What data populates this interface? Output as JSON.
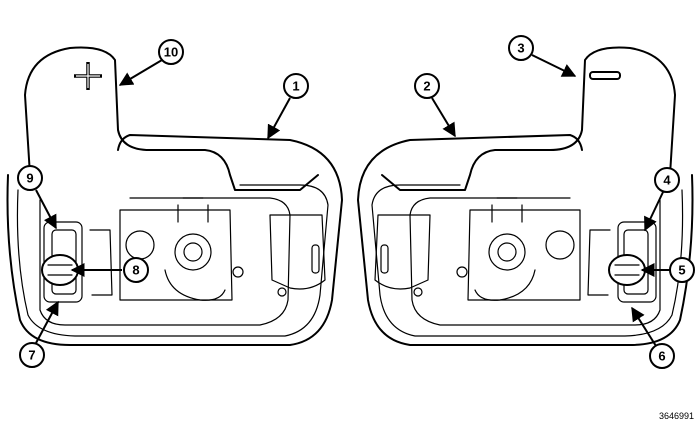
{
  "figure": {
    "id_label": "3646991"
  },
  "callouts": [
    {
      "id": "1",
      "label": "1"
    },
    {
      "id": "2",
      "label": "2"
    },
    {
      "id": "3",
      "label": "3"
    },
    {
      "id": "4",
      "label": "4"
    },
    {
      "id": "5",
      "label": "5"
    },
    {
      "id": "6",
      "label": "6"
    },
    {
      "id": "7",
      "label": "7"
    },
    {
      "id": "8",
      "label": "8"
    },
    {
      "id": "9",
      "label": "9"
    },
    {
      "id": "10",
      "label": "10"
    }
  ],
  "paddles": {
    "left_symbol": "plus",
    "right_symbol": "minus"
  }
}
